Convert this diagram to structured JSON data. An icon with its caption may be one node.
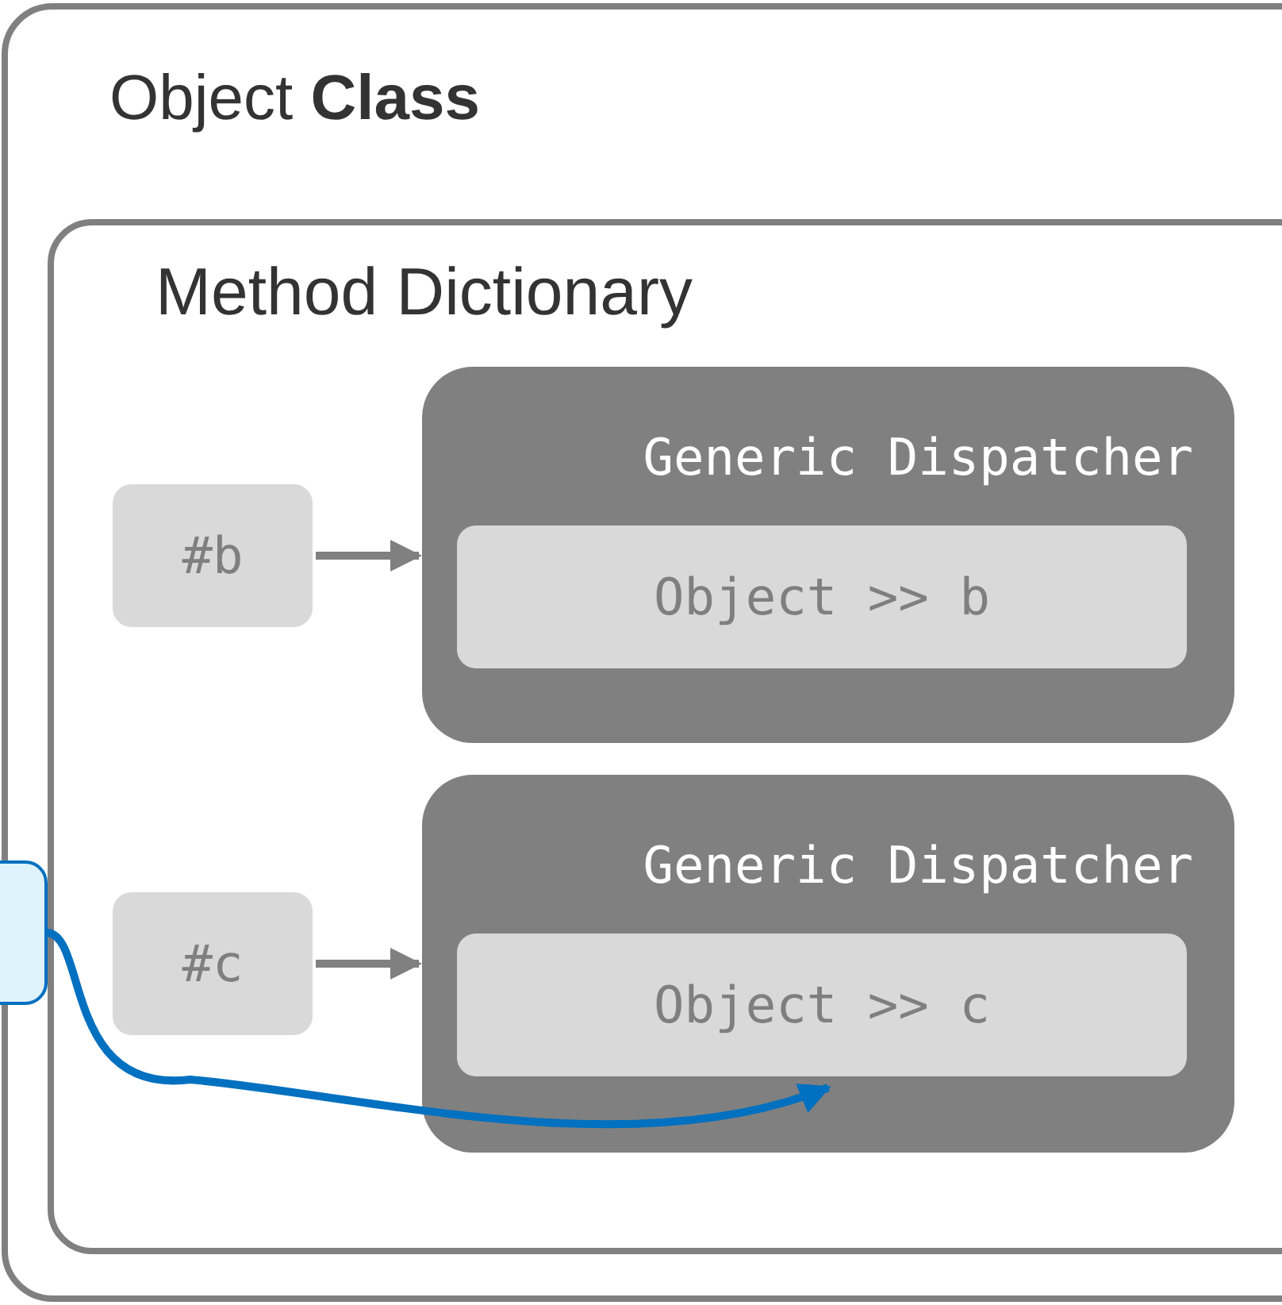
{
  "diagram": {
    "nodes": [
      {
        "text": [
          "Object **Class**"
        ]
      },
      {
        "text": [
          "Method Dictionary"
        ],
        "in": 0
      },
      {
        "text": [
          "#b"
        ],
        "in": 1
      },
      {
        "text": [
          "Generic Dispatcher"
        ],
        "in": 1
      },
      {
        "text": [
          "Object >> b"
        ],
        "in": 3
      },
      {
        "text": [
          "#c"
        ],
        "in": 1
      },
      {
        "text": [
          "Generic Dispatcher"
        ],
        "in": 1
      },
      {
        "text": [
          "Object >> c"
        ],
        "in": 6
      },
      {
        "text": [],
        "shape": "box"
      }
    ],
    "edges": [
      {
        "from": 2,
        "to": 3,
        "arrow": "to"
      },
      {
        "from": 5,
        "to": 6,
        "arrow": "to"
      },
      {
        "from": 8,
        "to": 7,
        "arrow": "to",
        "color": "#0070c0"
      }
    ]
  }
}
